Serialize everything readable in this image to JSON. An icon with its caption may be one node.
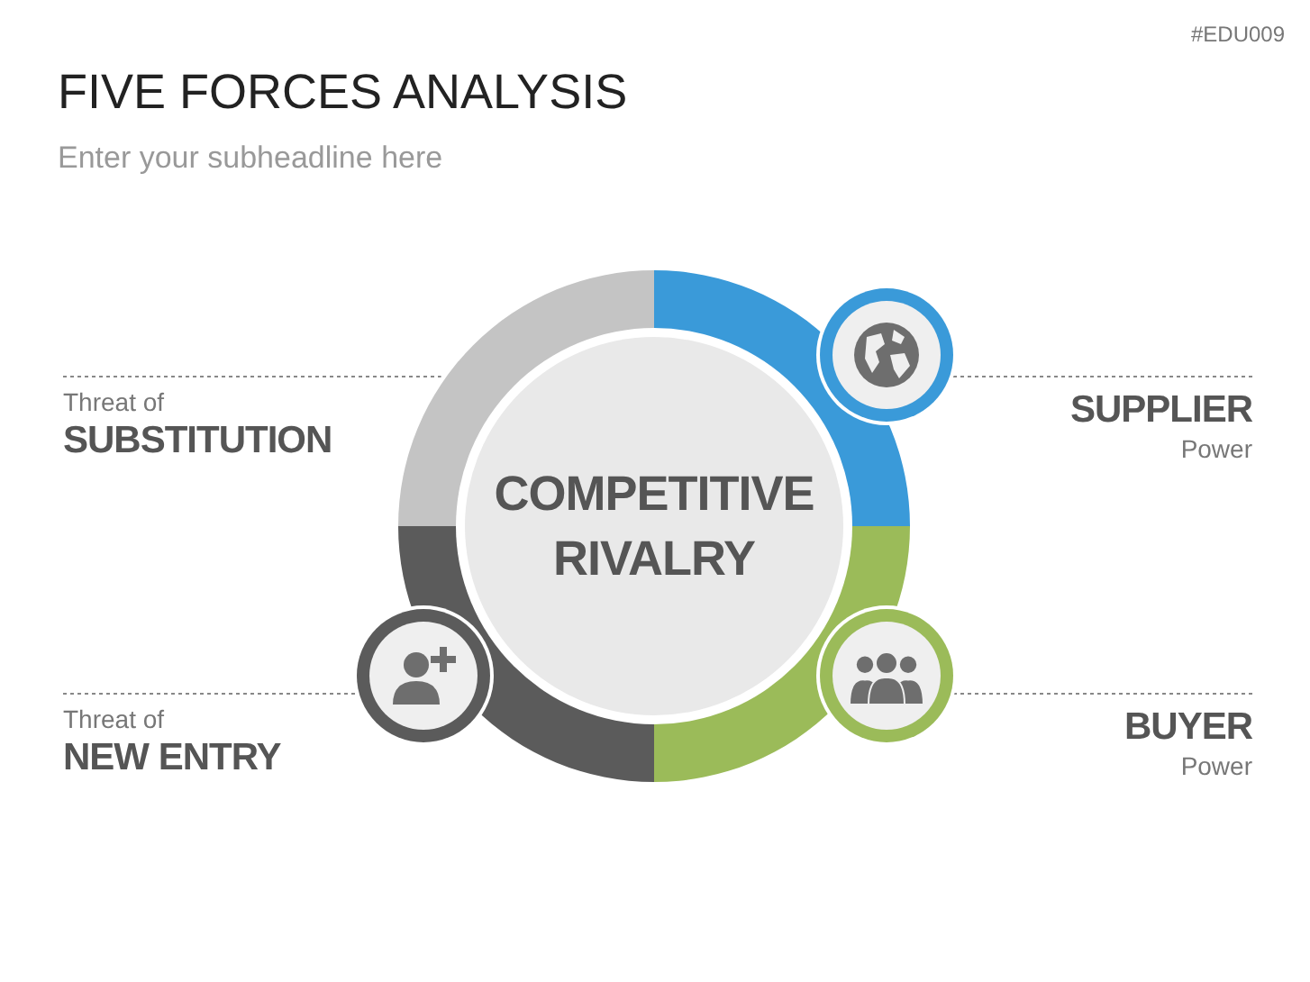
{
  "diagram": {
    "title": "FIVE FORCES ANALYSIS",
    "nodes": [
      {
        "text": [
          "COMPETITIVE RIVALRY"
        ]
      },
      {
        "text": [
          "Threat of",
          "SUBSTITUTION"
        ]
      },
      {
        "text": [
          "SUPPLIER",
          "Power"
        ]
      },
      {
        "text": [
          "Threat of",
          "NEW ENTRY"
        ]
      },
      {
        "text": [
          "BUYER",
          "Power"
        ]
      },
      {
        "text": [],
        "shape": "circle"
      },
      {
        "text": [],
        "shape": "circle"
      },
      {
        "text": [],
        "shape": "circle"
      }
    ],
    "edges": [
      {
        "from": 1,
        "to": null,
        "arrow": "none",
        "style": "dashed"
      },
      {
        "from": 2,
        "to": 5,
        "arrow": "none",
        "style": "dashed"
      },
      {
        "from": 3,
        "to": 7,
        "arrow": "none",
        "style": "dashed"
      },
      {
        "from": 4,
        "to": 6,
        "arrow": "none",
        "style": "dashed"
      }
    ],
    "labels": [
      "#EDU009",
      "Enter your subheadline here"
    ]
  }
}
